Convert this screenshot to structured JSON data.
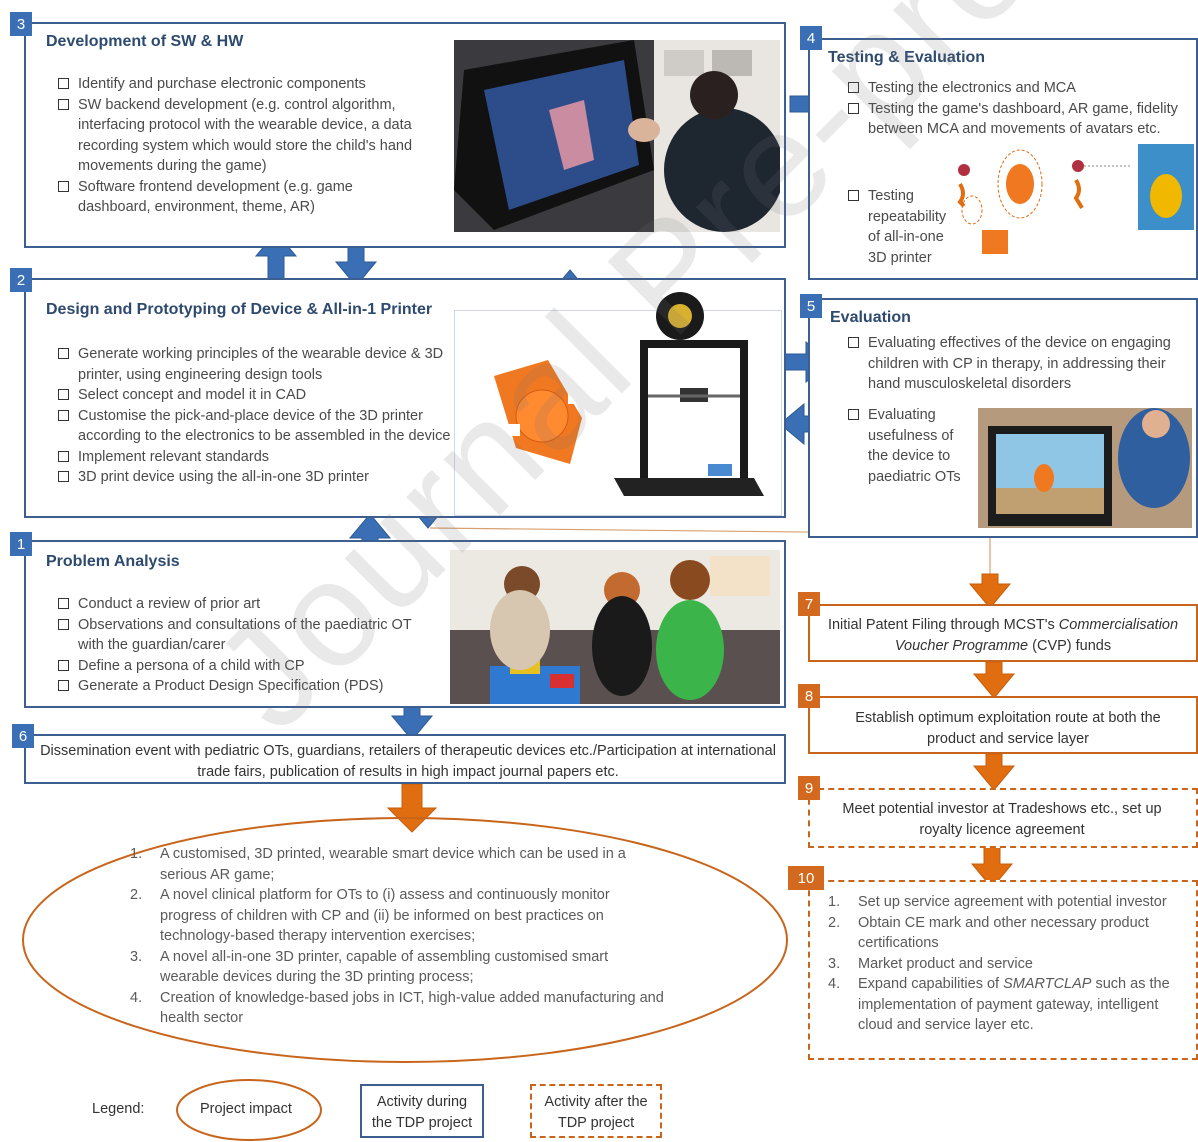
{
  "boxes": {
    "b3": {
      "num": "3",
      "title": "Development of SW & HW",
      "items": [
        "Identify and purchase electronic components",
        "SW backend development (e.g. control algorithm, interfacing protocol with the wearable device, a data recording system which would store the child's hand movements during the game)",
        "Software frontend development (e.g. game dashboard, environment, theme, AR)"
      ]
    },
    "b4": {
      "num": "4",
      "title": "Testing & Evaluation",
      "items": [
        "Testing the electronics and MCA",
        "Testing the game's dashboard, AR game, fidelity between MCA and movements of avatars etc.",
        "Testing repeatability of all-in-one 3D printer"
      ]
    },
    "b2": {
      "num": "2",
      "title": "Design and Prototyping of Device & All-in-1 Printer",
      "items": [
        "Generate working principles of the wearable device & 3D printer, using engineering design tools",
        "Select concept and model it in CAD",
        "Customise the pick-and-place device of the 3D printer according to the electronics to be assembled in the device",
        "Implement relevant standards",
        "3D print device using the all-in-one 3D printer"
      ]
    },
    "b5": {
      "num": "5",
      "title": "Evaluation",
      "items": [
        "Evaluating effectives of the device on engaging children with CP in therapy, in addressing their hand musculoskeletal disorders",
        "Evaluating usefulness of the device to paediatric OTs"
      ]
    },
    "b1": {
      "num": "1",
      "title": "Problem Analysis",
      "items": [
        "Conduct a review of prior art",
        "Observations and consultations of the paediatric OT with the guardian/carer",
        "Define a persona of a child with CP",
        "Generate a Product Design Specification (PDS)"
      ]
    },
    "b6": {
      "num": "6",
      "text": "Dissemination event with pediatric OTs, guardians, retailers of therapeutic devices etc./Participation at international trade fairs, publication of results in high impact journal papers etc."
    },
    "b7": {
      "num": "7",
      "text_a": "Initial Patent Filing through MCST's ",
      "text_b": "Commercialisation Voucher Programme",
      "text_c": " (CVP) funds"
    },
    "b8": {
      "num": "8",
      "text": "Establish optimum exploitation route at both the product and service layer"
    },
    "b9": {
      "num": "9",
      "text": "Meet potential investor at Tradeshows etc., set up royalty licence agreement"
    },
    "b10": {
      "num": "10",
      "item1": "Set up service agreement with potential investor",
      "item2": "Obtain CE mark and other necessary product certifications",
      "item3": "Market product and service",
      "item4_a": "Expand capabilities of ",
      "item4_b": "SMARTCLAP",
      "item4_c": " such as the implementation of payment gateway, intelligent cloud and service layer etc."
    }
  },
  "impact": {
    "items": [
      "A customised, 3D printed, wearable smart device which can be used in a serious AR game;",
      "A novel clinical platform for OTs to (i) assess and continuously monitor progress of children with CP and (ii) be informed on best practices on technology-based therapy intervention exercises;",
      "A novel all-in-one 3D printer, capable of assembling customised smart wearable devices during the 3D printing process;",
      "Creation of knowledge-based jobs in ICT, high-value added manufacturing and health sector"
    ]
  },
  "legend": {
    "label": "Legend:",
    "impact": "Project impact",
    "during": "Activity during the TDP project",
    "after": "Activity after the TDP project"
  },
  "watermark": "Journal Pre-proof",
  "colors": {
    "blue": "#3d5f8f",
    "arrow_blue": "#3b6fb5",
    "orange": "#c8651b",
    "arrow_orange": "#e06d10"
  }
}
